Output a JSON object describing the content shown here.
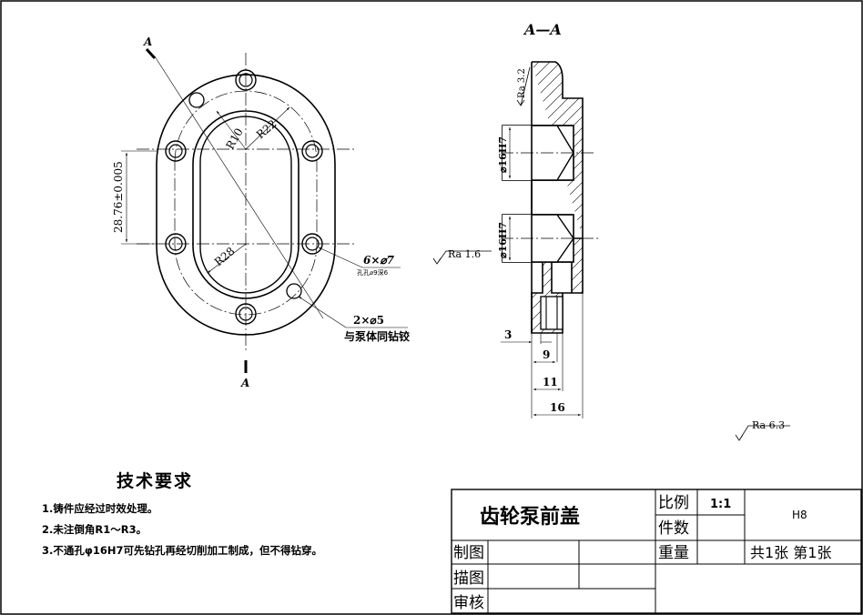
{
  "section_mark_top": "A",
  "section_mark_bottom": "A",
  "section_view_title": "A—A",
  "dims": {
    "r10": "R10",
    "r22": "R22",
    "r28": "R28",
    "spacing": "28.76±0.005",
    "holes6": "6×⌀7",
    "holes6_note": "孔孔⌀9深6",
    "holes2": "2×⌀5",
    "holes2_note": "与泵体同钻铰",
    "bore_top": "⌀16H7",
    "bore_bottom": "⌀16H7",
    "d3": "3",
    "d9": "9",
    "d11": "11",
    "d16": "16"
  },
  "roughness": {
    "top": "Ra 3.2",
    "left": "Ra 1.6",
    "general": "Ra 6.3"
  },
  "requirements": {
    "title": "技术要求",
    "items": [
      "1.铸件应经过时效处理。",
      "2.未注倒角R1～R3。",
      "3.不通孔φ16H7可先钻孔再经切削加工制成，但不得钻穿。"
    ]
  },
  "title_block": {
    "part_name": "齿轮泵前盖",
    "scale_label": "比例",
    "scale_value": "1:1",
    "count_label": "件数",
    "material": "H8",
    "weight_label": "重量",
    "sheets": "共1张  第1张",
    "drawn_label": "制图",
    "traced_label": "描图",
    "checked_label": "审核"
  }
}
